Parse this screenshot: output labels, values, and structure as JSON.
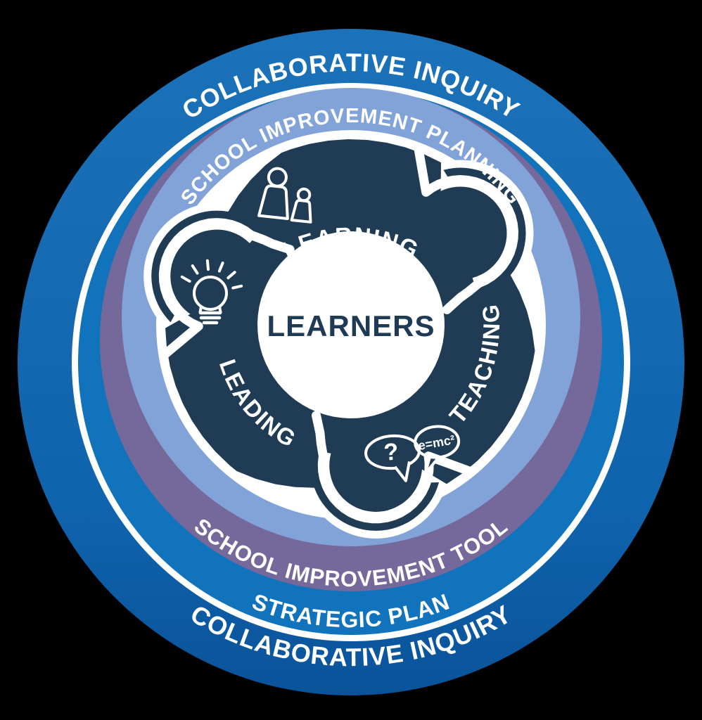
{
  "title_rings": {
    "collaborative_top": "COLLABORATIVE INQUIRY",
    "collaborative_bottom": "COLLABORATIVE INQUIRY",
    "planning": "SCHOOL IMPROVEMENT PLANNING",
    "tool": "SCHOOL IMPROVEMENT TOOL",
    "strategic": "STRATEGIC PLAN"
  },
  "wheel": {
    "center_label": "LEARNERS",
    "segments": [
      {
        "label": "LEARNING",
        "icon": "people-icon"
      },
      {
        "label": "TEACHING",
        "icon": "speech-bubbles-icon"
      },
      {
        "label": "LEADING",
        "icon": "lightbulb-icon"
      }
    ],
    "bubble_question": "?",
    "bubble_formula": "e=mc²"
  },
  "colors": {
    "background": "#000000",
    "outer_ring_top": "#1c72b8",
    "outer_ring_bottom": "#0b5aa3",
    "strategic_ring": "#1173bb",
    "tool_ring": "#75689b",
    "planning_ring": "#82a3d8",
    "wheel_navy": "#203c55",
    "separator_white": "#ffffff",
    "center_text": "#1e3a54",
    "ring_text": "#ffffff"
  }
}
